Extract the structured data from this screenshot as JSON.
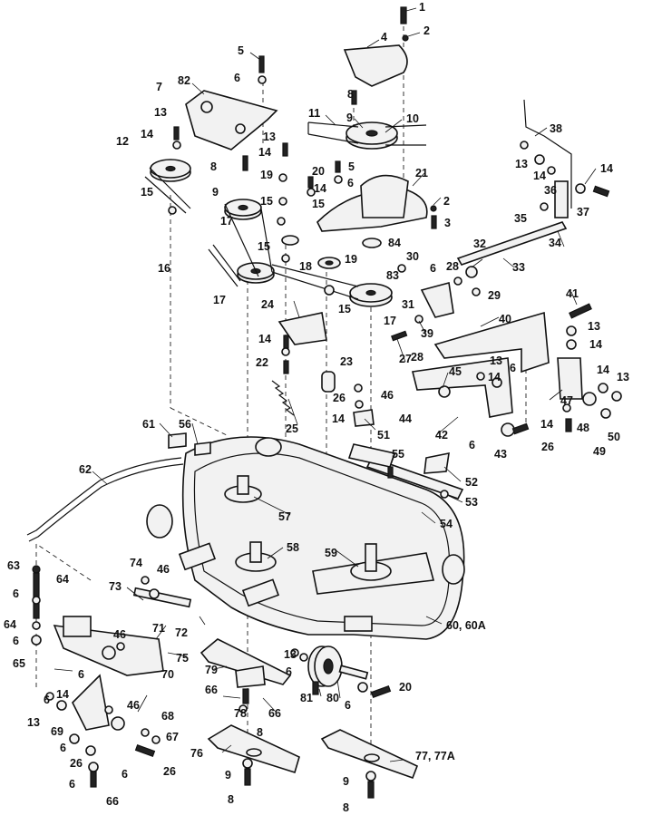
{
  "callouts": {
    "c1": "1",
    "c2": "2",
    "c3": "3",
    "c4": "4",
    "c5": "5",
    "c6": "6",
    "c7": "7",
    "c8": "8",
    "c9": "9",
    "c10": "10",
    "c11": "11",
    "c12": "12",
    "c13": "13",
    "c14": "14",
    "c15": "15",
    "c16": "16",
    "c17": "17",
    "c18": "18",
    "c19": "19",
    "c20": "20",
    "c21": "21",
    "c22": "22",
    "c23": "23",
    "c24": "24",
    "c25": "25",
    "c26": "26",
    "c27": "27",
    "c28": "28",
    "c29": "29",
    "c30": "30",
    "c31": "31",
    "c32": "32",
    "c33": "33",
    "c34": "34",
    "c35": "35",
    "c36": "36",
    "c37": "37",
    "c38": "38",
    "c39": "39",
    "c40": "40",
    "c41": "41",
    "c42": "42",
    "c43": "43",
    "c44": "44",
    "c45": "45",
    "c46": "46",
    "c47": "47",
    "c48": "48",
    "c49": "49",
    "c50": "50",
    "c51": "51",
    "c52": "52",
    "c53": "53",
    "c54": "54",
    "c55": "55",
    "c56": "56",
    "c57": "57",
    "c58": "58",
    "c59": "59",
    "c60": "60, 60A",
    "c61": "61",
    "c62": "62",
    "c63": "63",
    "c64": "64",
    "c65": "65",
    "c66": "66",
    "c67": "67",
    "c68": "68",
    "c69": "69",
    "c70": "70",
    "c71": "71",
    "c72": "72",
    "c73": "73",
    "c74": "74",
    "c75": "75",
    "c76": "76",
    "c77": "77, 77A",
    "c78": "78",
    "c79": "79",
    "c80": "80",
    "c81": "81",
    "c82": "82",
    "c83": "83",
    "c84": "84"
  }
}
